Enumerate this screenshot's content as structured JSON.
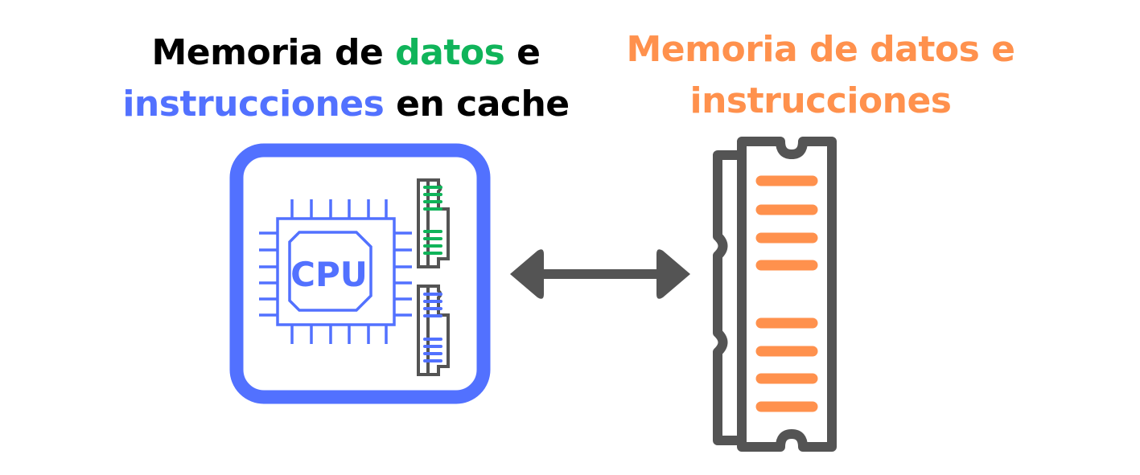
{
  "left_title": {
    "part1": "Memoria de ",
    "part2": "datos",
    "part3": " e",
    "part4": "instrucciones",
    "part5": " en cache"
  },
  "right_title": {
    "line1": "Memoria de datos e",
    "line2": "instrucciones"
  },
  "cpu": {
    "label": "CPU"
  },
  "colors": {
    "blue": "#5271ff",
    "green": "#10b45a",
    "orange": "#ff914d",
    "gray": "#545454",
    "black": "#000000"
  }
}
